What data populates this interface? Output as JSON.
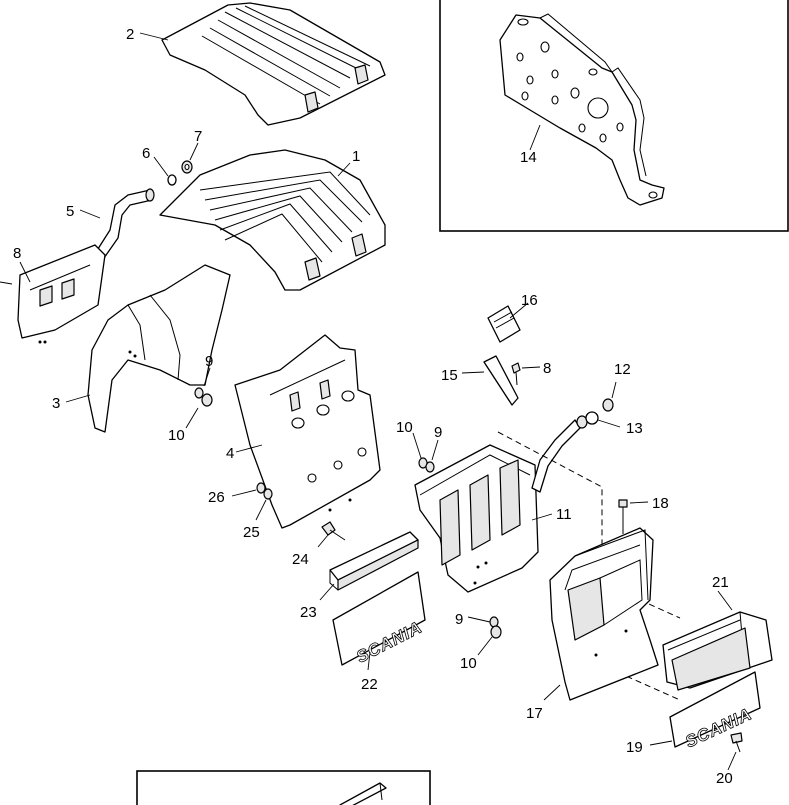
{
  "diagram": {
    "labels": {
      "l1": "1",
      "l2": "2",
      "l3": "3",
      "l4": "4",
      "l5": "5",
      "l6": "6",
      "l7": "7",
      "l8a": "8",
      "l8b": "8",
      "l9a": "9",
      "l9b": "9",
      "l9c": "9",
      "l10a": "10",
      "l10b": "10",
      "l10c": "10",
      "l11": "11",
      "l12": "12",
      "l13": "13",
      "l14": "14",
      "l15": "15",
      "l16": "16",
      "l17": "17",
      "l18": "18",
      "l19": "19",
      "l20": "20",
      "l21": "21",
      "l22": "22",
      "l23": "23",
      "l24": "24",
      "l25": "25",
      "l26": "26"
    },
    "brand_text_22": "SCANIA",
    "brand_text_19": "SCANIA"
  }
}
